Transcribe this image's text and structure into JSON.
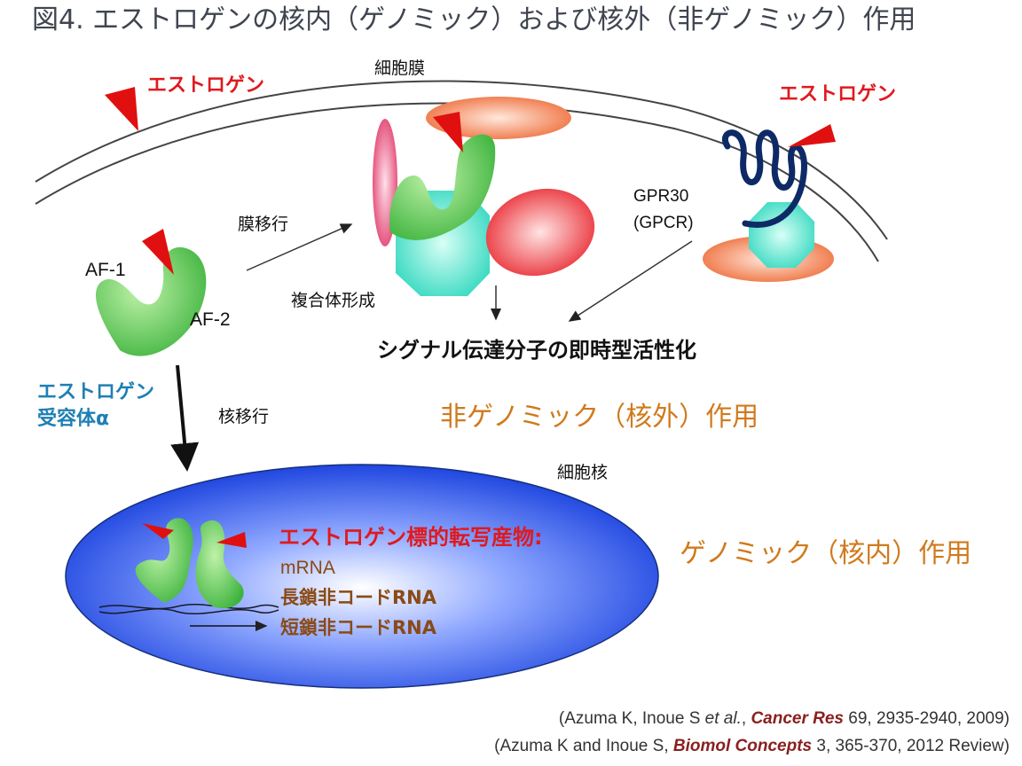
{
  "title": "図4. エストロゲンの核内（ゲノミック）および核外（非ゲノミック）作用",
  "labels": {
    "membrane": "細胞膜",
    "estrogen_left": "エストロゲン",
    "estrogen_right": "エストロゲン",
    "gpr30": "GPR30",
    "gpcr": "(GPCR)",
    "membrane_translocation": "膜移行",
    "complex_formation": "複合体形成",
    "af1": "AF-1",
    "af2": "AF-2",
    "signal": "シグナル伝達分子の即時型活性化",
    "receptor_line1": "エストロゲン",
    "receptor_line2": "受容体α",
    "nuclear_translocation": "核移行",
    "nongenomic": "非ゲノミック（核外）作用",
    "nucleus": "細胞核",
    "genomic": "ゲノミック（核内）作用",
    "targets_title": "エストロゲン標的転写産物:",
    "target_mrna": "mRNA",
    "target_lncrna": "長鎖非コードRNA",
    "target_sncrna": "短鎖非コードRNA"
  },
  "citations": {
    "c1_pre": "(Azuma K, Inoue S ",
    "c1_etal": "et al.",
    "c1_comma": ", ",
    "c1_journal": "Cancer Res",
    "c1_post": " 69, 2935-2940, 2009)",
    "c2_pre": "(Azuma K and Inoue S, ",
    "c2_journal": "Biomol Concepts",
    "c2_post": " 3, 365-370, 2012 Review)"
  },
  "colors": {
    "estrogen": "#e01010",
    "receptor": "#5cc85c",
    "complex_teal": "#4fe0c8",
    "complex_red": "#f04050",
    "complex_orange": "#f07848",
    "gpcr": "#0e2a66",
    "nucleus": "#2850e0"
  }
}
